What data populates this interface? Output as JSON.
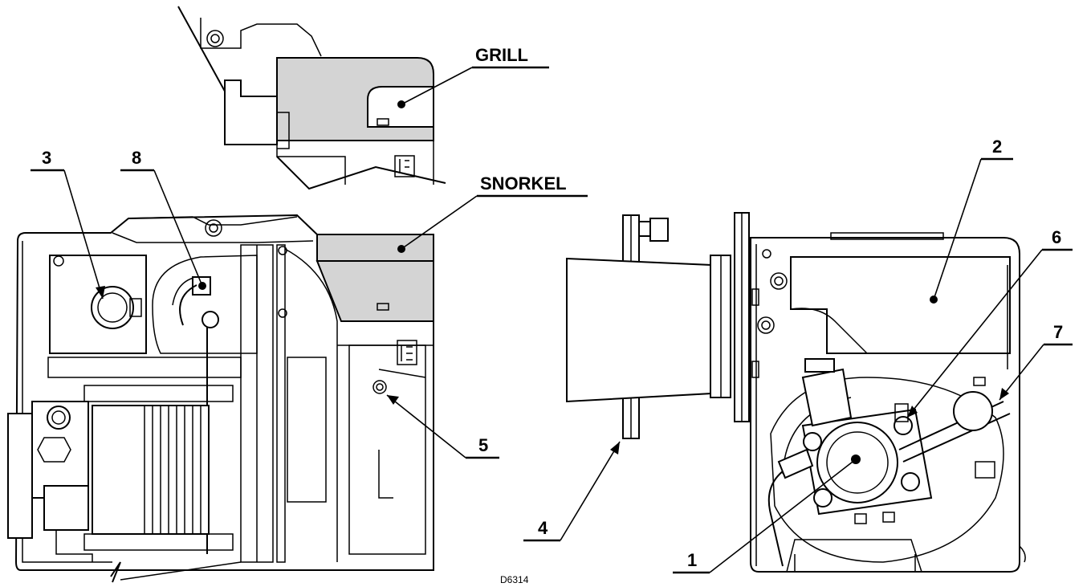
{
  "labels": {
    "grill": "GRILL",
    "snorkel": "SNORKEL",
    "n3": "3",
    "n8": "8",
    "n5": "5",
    "n4": "4",
    "n1": "1",
    "n2": "2",
    "n6": "6",
    "n7": "7"
  },
  "drawing_code": "D6314",
  "colors": {
    "shaded_part": "#d4d4d4",
    "line": "#000000",
    "background": "#ffffff"
  }
}
